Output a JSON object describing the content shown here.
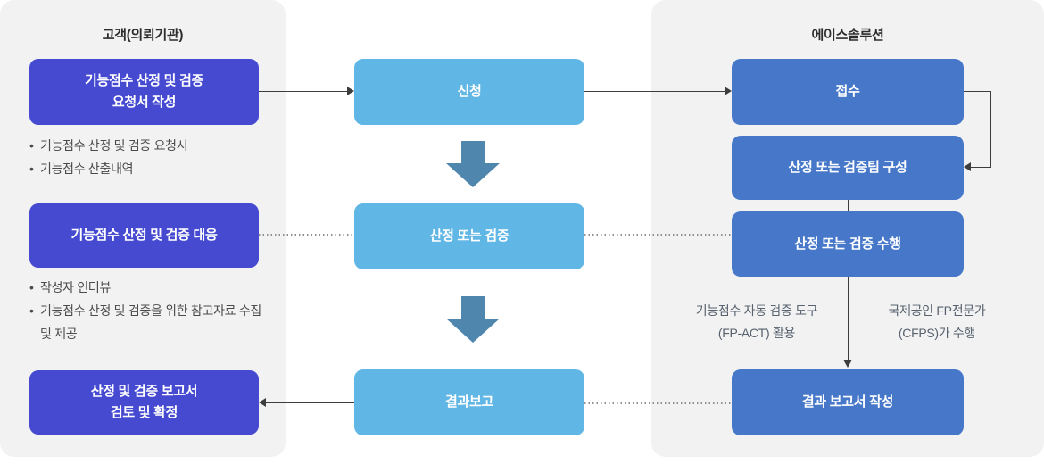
{
  "client": {
    "title": "고객(의뢰기관)",
    "step_request": {
      "line1": "기능점수 산정 및 검증",
      "line2": "요청서 작성"
    },
    "step_request_notes": [
      "기능점수 산정 및 검증 요청시",
      "기능점수 산출내역"
    ],
    "step_respond": {
      "line1": "기능점수 산정 및 검증 대응"
    },
    "step_respond_notes": [
      "작성자 인터뷰",
      "기능점수 산정 및 검증을 위한 참고자료 수집 및 제공"
    ],
    "step_review": {
      "line1": "산정 및 검증 보고서",
      "line2": "검토 및 확정"
    }
  },
  "process": {
    "step_apply": "신청",
    "step_assess": "산정 또는 검증",
    "step_report": "결과보고"
  },
  "provider": {
    "title": "에이스솔루션",
    "step_receive": "접수",
    "step_team": "산정 또는 검증팀 구성",
    "step_perform": "산정 또는 검증 수행",
    "step_write_report": "결과 보고서 작성",
    "annotation_tool": {
      "line1": "기능점수 자동 검증 도구",
      "line2": "(FP-ACT) 활용"
    },
    "annotation_expert": {
      "line1": "국제공인 FP전문가",
      "line2": "(CFPS)가 수행"
    }
  },
  "colors": {
    "panel_bg": "#f2f2f3",
    "client_box": "#454ad1",
    "process_box": "#60b6e4",
    "provider_box": "#4677c9",
    "flow_arrow": "#4e86ae",
    "connector": "#3d3d3d",
    "dotted_connector": "#8f8f8f"
  }
}
